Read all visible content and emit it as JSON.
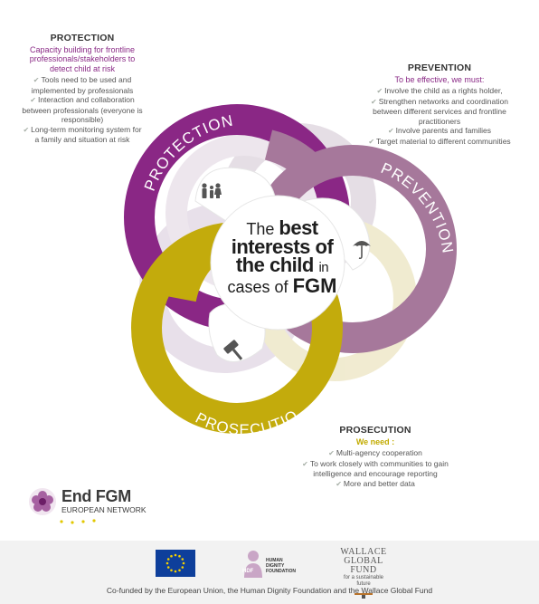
{
  "protection": {
    "heading": "PROTECTION",
    "subtitle": "Capacity building for frontline professionals/stakeholders to detect child at risk",
    "items": [
      "Tools need to be used and implemented by professionals",
      "Interaction and collaboration between professionals (everyone is responsible)",
      "Long-term monitoring system for a family and situation at risk"
    ]
  },
  "prevention": {
    "heading": "PREVENTION",
    "subtitle": "To be effective, we must:",
    "items": [
      "Involve the child as a rights holder,",
      "Strengthen networks and coordination between different services and frontline practitioners",
      "Involve parents and families",
      "Target material to different communities"
    ]
  },
  "prosecution": {
    "heading": "PROSECUTION",
    "subtitle": "We need :",
    "items": [
      "Multi-agency cooperation",
      "To work closely with communities to gain intelligence and encourage reporting",
      "More and better data"
    ]
  },
  "rings": {
    "protection": "PROTECTION",
    "prevention": "PREVENTION",
    "prosecution": "PROSECUTION"
  },
  "center": {
    "the": "The",
    "best": "best",
    "interests_of": "interests of",
    "the_child": "the child",
    "in": "in",
    "cases_of": "cases of",
    "fgm": "FGM"
  },
  "logo": {
    "name": "End FGM",
    "sub": "EUROPEAN NETWORK"
  },
  "footer": {
    "credit": "Co-funded by the European Union, the Human Dignity Foundation and the Wallace Global Fund",
    "hdf_initials": "HDF",
    "hdf_name": "HUMAN DIGNITY FOUNDATION",
    "wgf_name": "WALLACE GLOBAL FUND",
    "wgf_tagline": "for a sustainable future"
  },
  "colors": {
    "protection": "#8a2785",
    "prevention": "#a6789b",
    "prosecution": "#c3ab0c"
  },
  "icons": [
    "family-icon",
    "umbrella-icon",
    "gavel-icon",
    "check-icon",
    "eu-flag-icon"
  ]
}
